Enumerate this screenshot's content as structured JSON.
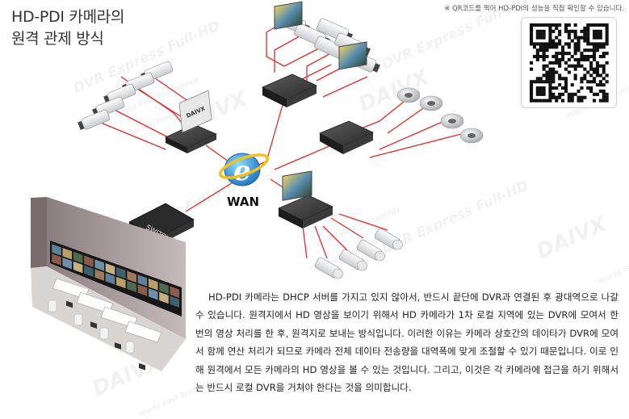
{
  "header": {
    "title_line1": "HD-PDI 카메라의",
    "title_line2": "원격 관제 방식"
  },
  "qr": {
    "note": "※ QR코드를 찍어 HD-PDI의 성능을 직접 확인할 수 있습니다."
  },
  "diagram": {
    "wan_label": "WAN",
    "switch_label": "SWITCH",
    "dvr_brand": "DAIVX"
  },
  "watermarks": {
    "logo": "DAIVX",
    "tagline_a": "DVR Express Full-HD",
    "tagline_b": "World Fast Technology",
    "tagline_c": "Image Processing"
  },
  "body_text": "HD-PDI 카메라는 DHCP 서버를 가지고 있지 않아서, 반드시 끝단에 DVR과 연결된 후 광대역으로 나갈 수 있습니다. 원격지에서 HD 영상을 보이기 위해서 HD 카메라가 1차 로컬 지역에 있는 DVR에 모여서 한 번의 영상 처리를 한 후, 원격지로 보내는 방식입니다. 이러한 이유는 카메라 상호간의 데이타가 DVR에 모여서 함께 연산 처리가 되므로 카메라 전체 데이타 전송량을 대역폭에 맞게 조절할 수 있기 때문입니다.  이로 인해 원격에서 모든 카메라의 HD 영상을 볼 수 있는 것입니다. 그리고, 이것은 각 카메라에 접근을 하기 위해서는 반드시 로컬 DVR을 거쳐야 한다는 것을 의미합니다."
}
